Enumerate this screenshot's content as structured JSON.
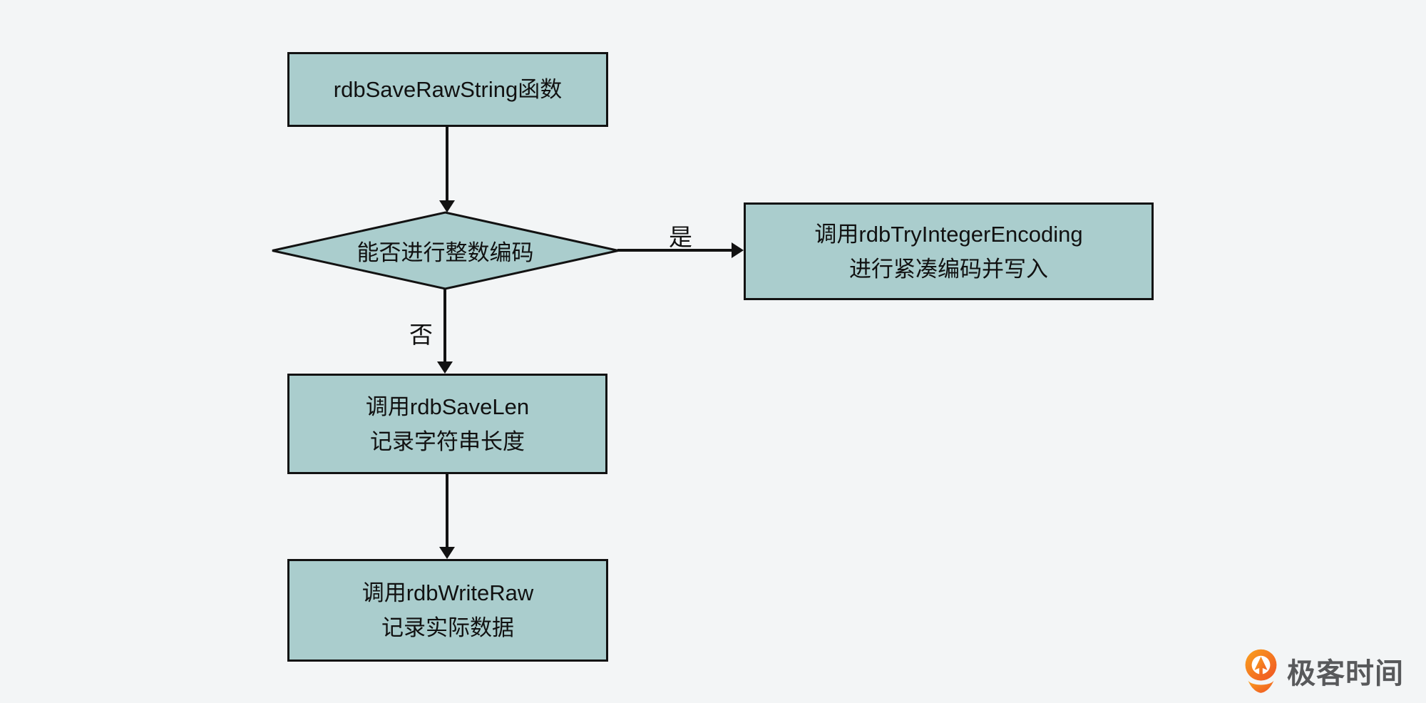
{
  "colors": {
    "background": "#f3f5f6",
    "node_fill": "#aacdcd",
    "node_border": "#121212",
    "arrow": "#121212",
    "logo_orange_light": "#faa21e",
    "logo_orange_dark": "#ef5223",
    "logo_text": "#58595b"
  },
  "nodes": {
    "start": {
      "label": "rdbSaveRawString函数"
    },
    "decision": {
      "label": "能否进行整数编码"
    },
    "integer_encoding": {
      "lines": [
        "调用rdbTryIntegerEncoding",
        "进行紧凑编码并写入"
      ]
    },
    "save_len": {
      "lines": [
        "调用rdbSaveLen",
        "记录字符串长度"
      ]
    },
    "write_raw": {
      "lines": [
        "调用rdbWriteRaw",
        "记录实际数据"
      ]
    }
  },
  "edges": {
    "yes_label": "是",
    "no_label": "否"
  },
  "logo": {
    "icon": "geektime-pin-icon",
    "text": "极客时间"
  }
}
